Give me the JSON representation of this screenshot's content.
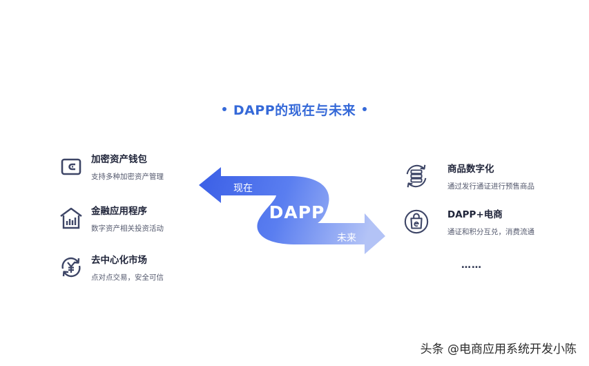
{
  "title": "DAPP的现在与未来",
  "left_features": [
    {
      "icon": "wallet-icon",
      "title": "加密资产钱包",
      "desc": "支持多种加密资产管理"
    },
    {
      "icon": "bank-chart-icon",
      "title": "金融应用程序",
      "desc": "数字资产相关投资活动"
    },
    {
      "icon": "yuan-exchange-icon",
      "title": "去中心化市场",
      "desc": "点对点交易，安全可信"
    }
  ],
  "right_features": [
    {
      "icon": "database-sync-icon",
      "title": "商品数字化",
      "desc": "通过发行通证进行预售商品"
    },
    {
      "icon": "shopping-bag-icon",
      "title": "DAPP+电商",
      "desc": "通证和积分互兑，消费流通"
    }
  ],
  "center": {
    "label": "DAPP",
    "now_label": "现在",
    "future_label": "未来"
  },
  "more": "……",
  "watermark": "头条 @电商应用系统开发小陈",
  "colors": {
    "accent": "#3569d8",
    "gradient_start": "#3a5ee6",
    "gradient_end": "#a9bcf7",
    "icon_stroke": "#3d4566"
  }
}
